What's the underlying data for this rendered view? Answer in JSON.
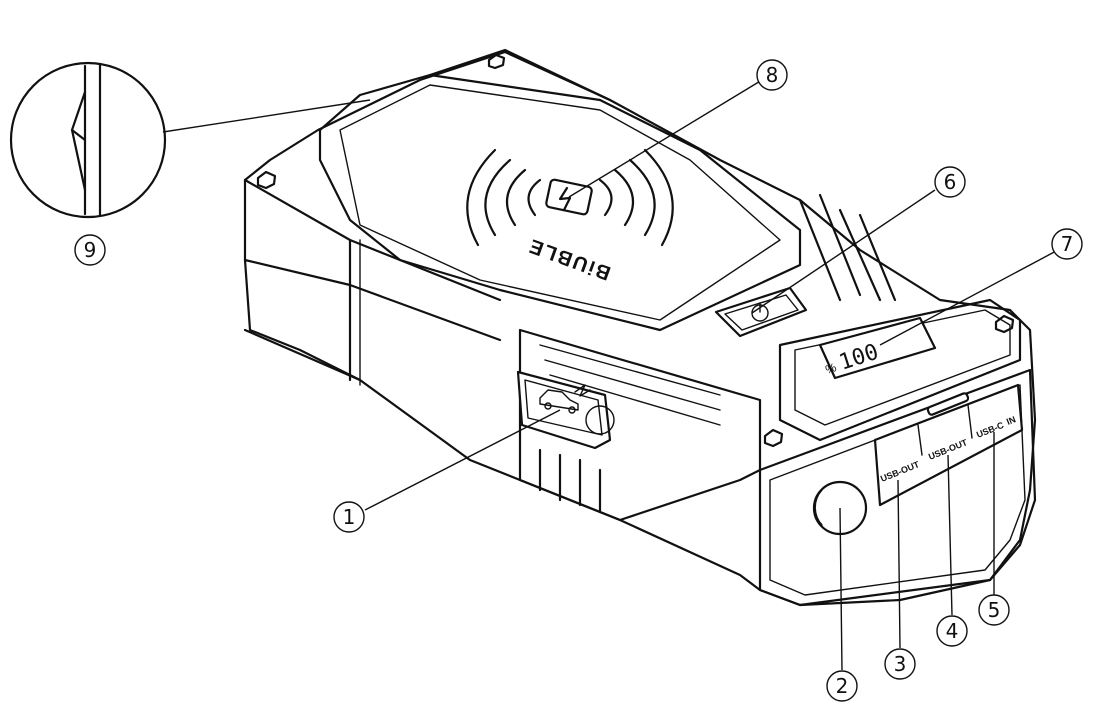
{
  "device": {
    "brand": "BiUBLE",
    "display_reading": "100",
    "display_unit": "%"
  },
  "ports": {
    "usb_out_1": "USB-OUT",
    "usb_out_2": "USB-OUT",
    "usb_c": "USB-C",
    "usb_c_in": "IN"
  },
  "callouts": [
    "1",
    "2",
    "3",
    "4",
    "5",
    "6",
    "7",
    "8",
    "9"
  ]
}
